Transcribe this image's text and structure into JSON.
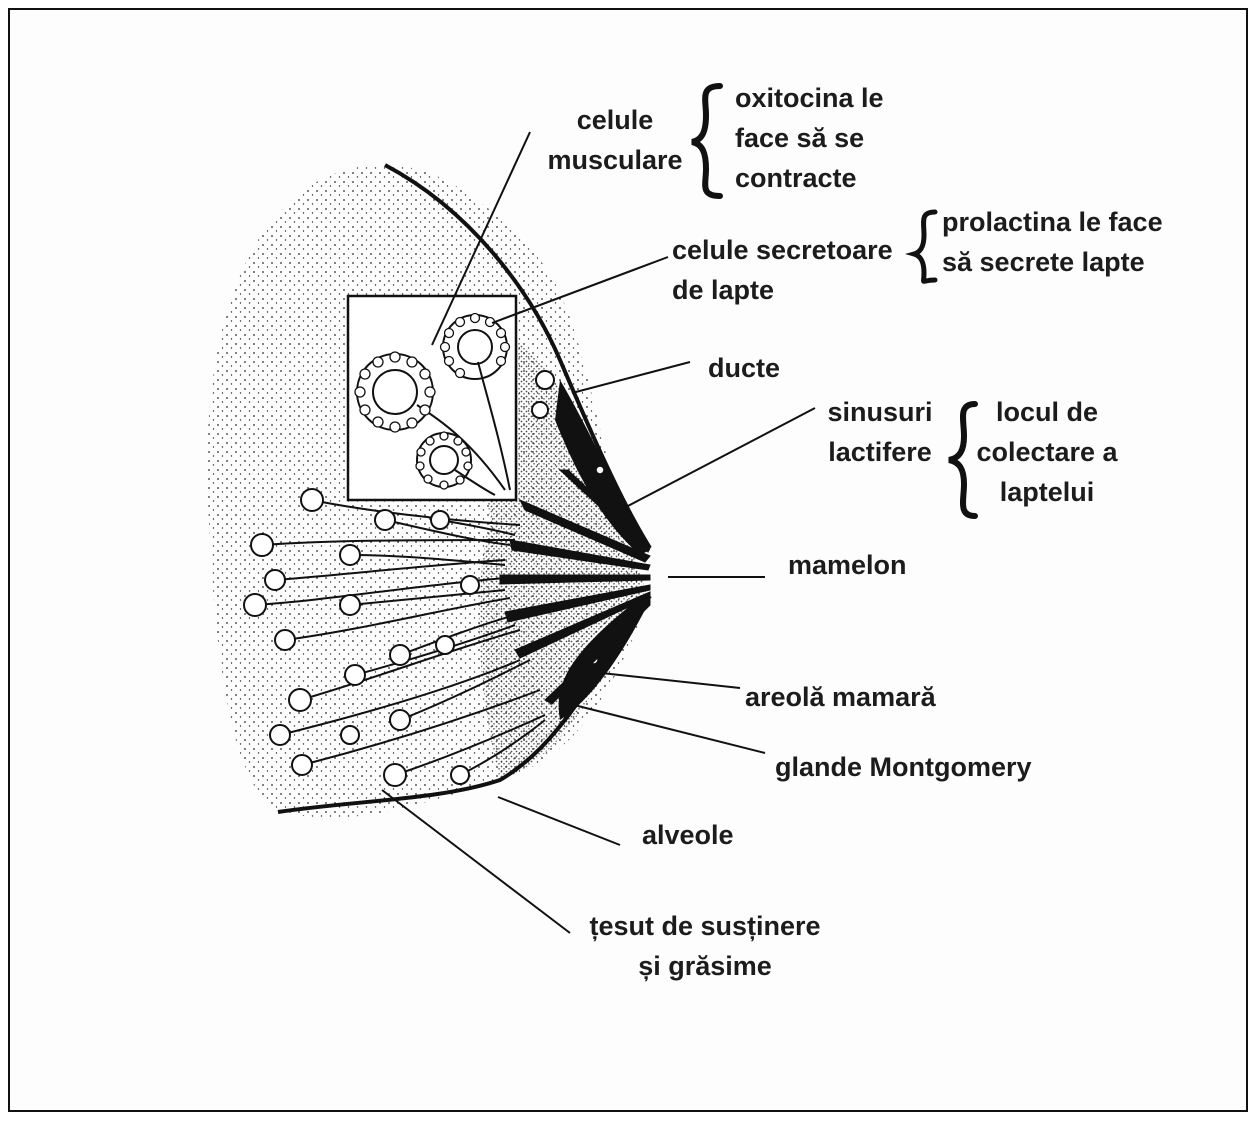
{
  "labels": {
    "celule_musculare": [
      "celule",
      "musculare"
    ],
    "oxitocina": [
      "oxitocina le",
      "face să se",
      "contracte"
    ],
    "celule_secretoare": [
      "celule secretoare",
      "de lapte"
    ],
    "prolactina": [
      "prolactina le face",
      "să secrete lapte"
    ],
    "ducte": "ducte",
    "sinusuri": [
      "sinusuri",
      "lactifere"
    ],
    "locul": [
      "locul de",
      "colectare a",
      "laptelui"
    ],
    "mamelon": "mamelon",
    "areola": "areolă mamară",
    "glande": "glande Montgomery",
    "alveole": "alveole",
    "tesut": [
      "țesut de susținere",
      "și grăsime"
    ]
  },
  "colors": {
    "ink": "#1a1a1a",
    "background": "#ffffff",
    "stipple": "#2a2a2a"
  }
}
